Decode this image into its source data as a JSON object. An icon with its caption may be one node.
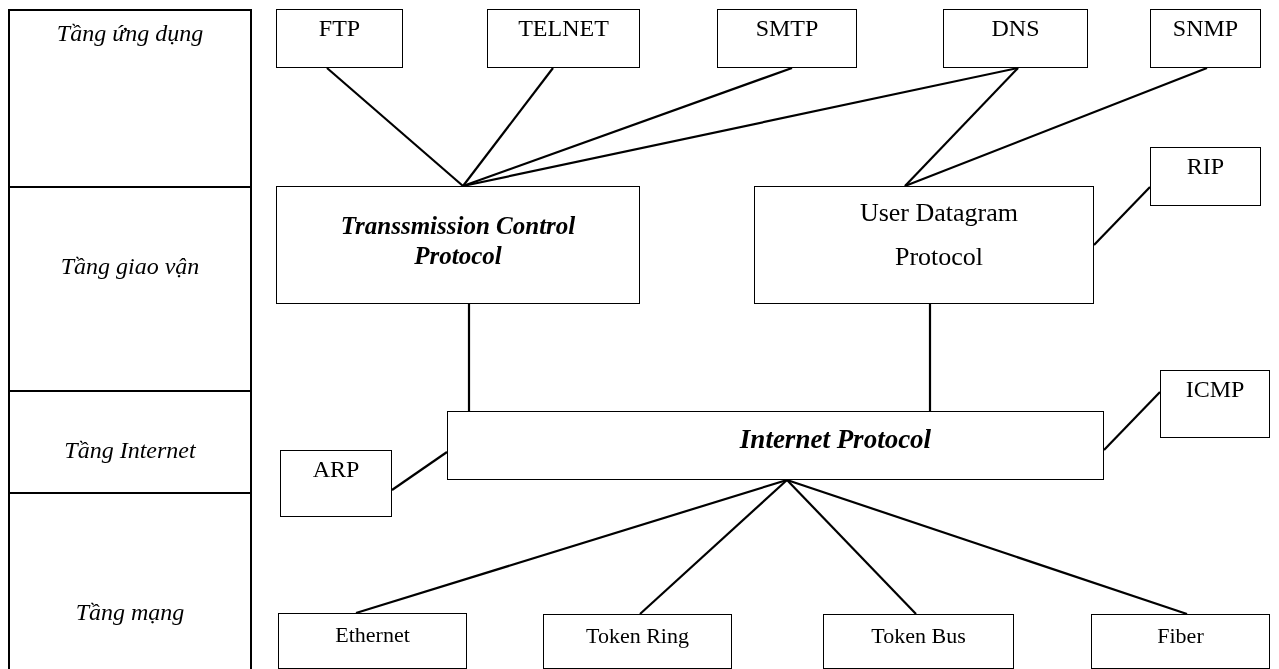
{
  "diagram": {
    "nodes": [
      {
        "text": [
          "Tầng ứng dụng"
        ]
      },
      {
        "text": [
          "Tầng giao vận"
        ]
      },
      {
        "text": [
          "Tầng Internet"
        ]
      },
      {
        "text": [
          "Tầng mạng"
        ]
      },
      {
        "text": [
          "FTP"
        ]
      },
      {
        "text": [
          "TELNET"
        ]
      },
      {
        "text": [
          "SMTP"
        ]
      },
      {
        "text": [
          "DNS"
        ]
      },
      {
        "text": [
          "SNMP"
        ]
      },
      {
        "text": [
          "Transsmission Control Protocol"
        ]
      },
      {
        "text": [
          "User Datagram Protocol"
        ]
      },
      {
        "text": [
          "RIP"
        ]
      },
      {
        "text": [
          "Internet Protocol"
        ]
      },
      {
        "text": [
          "ICMP"
        ]
      },
      {
        "text": [
          "ARP"
        ]
      },
      {
        "text": [
          "Ethernet"
        ]
      },
      {
        "text": [
          "Token Ring"
        ]
      },
      {
        "text": [
          "Token Bus"
        ]
      },
      {
        "text": [
          "Fiber"
        ]
      }
    ],
    "edges": [
      {
        "from": 4,
        "to": 9,
        "arrow": "none"
      },
      {
        "from": 5,
        "to": 9,
        "arrow": "none"
      },
      {
        "from": 6,
        "to": 9,
        "arrow": "none"
      },
      {
        "from": 7,
        "to": 9,
        "arrow": "none"
      },
      {
        "from": 7,
        "to": 10,
        "arrow": "none"
      },
      {
        "from": 8,
        "to": 10,
        "arrow": "none"
      },
      {
        "from": 10,
        "to": 11,
        "arrow": "none"
      },
      {
        "from": 9,
        "to": 12,
        "arrow": "none"
      },
      {
        "from": 10,
        "to": 12,
        "arrow": "none"
      },
      {
        "from": 12,
        "to": 13,
        "arrow": "none"
      },
      {
        "from": 12,
        "to": 14,
        "arrow": "none"
      },
      {
        "from": 12,
        "to": 15,
        "arrow": "none"
      },
      {
        "from": 12,
        "to": 16,
        "arrow": "none"
      },
      {
        "from": 12,
        "to": 17,
        "arrow": "none"
      },
      {
        "from": 12,
        "to": 18,
        "arrow": "none"
      }
    ]
  }
}
